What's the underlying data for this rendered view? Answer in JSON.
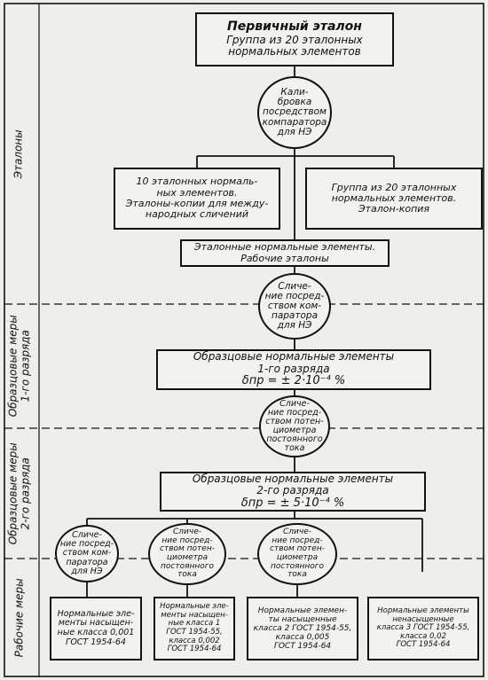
{
  "sections": [
    {
      "key": "etalons",
      "label": "Эталоны"
    },
    {
      "key": "sample1",
      "label": "Образцовые меры\n1-го разряда"
    },
    {
      "key": "sample2",
      "label": "Образцовые меры\n2-го разряда"
    },
    {
      "key": "working",
      "label": "Рабочие меры"
    }
  ],
  "primary": {
    "title": "Первичный эталон",
    "subtitle": "Группа из 20 эталонных\nнормальных элементов"
  },
  "calibration": "Кали-\nбровка\nпосредством\nкомпаратора\nдля НЭ",
  "left_group": "10 эталонных нормаль-\nных элементов.\nЭталоны-копии для между-\nнародных сличений",
  "right_group": "Группа из 20 эталонных\nнормальных элементов.\nЭталон-копия",
  "working_etalons": "Эталонные нормальные элементы.\nРабочие эталоны",
  "compare1": "Сличе-\nние посред-\nством ком-\nпаратора\nдля НЭ",
  "sample1": {
    "title": "Образцовые нормальные элементы\n1-го разряда",
    "tolerance": "δпр = ± 2·10⁻⁴ %"
  },
  "compare2": "Сличе-\nние посред-\nством потен-\nциометра\nпостоянного\nтока",
  "sample2": {
    "title": "Образцовые нормальные элементы\n2-го разряда",
    "tolerance": "δпр = ± 5·10⁻⁴ %"
  },
  "compare_left": "Сличе-\nние посред-\nством ком-\nпаратора\nдля НЭ",
  "compare_mid": "Сличе-\nние посред-\nством потен-\nциометра\nпостоянного\nтока",
  "compare_right": "Сличе-\nние посред-\nством потен-\nциометра\nпостоянного\nтока",
  "work": [
    "Нормальные эле-\nменты насыщен-\nные класса 0,001\nГОСТ 1954-64",
    "Нормальные эле-\nменты насыщен-\nные класса 1\nГОСТ 1954-55,\nкласса 0,002\nГОСТ 1954-64",
    "Нормальные элемен-\nты насыщенные\nкласса 2 ГОСТ 1954-55,\nкласса 0,005\nГОСТ 1954-64",
    "Нормальные элементы ненасыщенные\nкласса 3 ГОСТ 1954-55,\nкласса 0,02\nГОСТ 1954-64"
  ]
}
